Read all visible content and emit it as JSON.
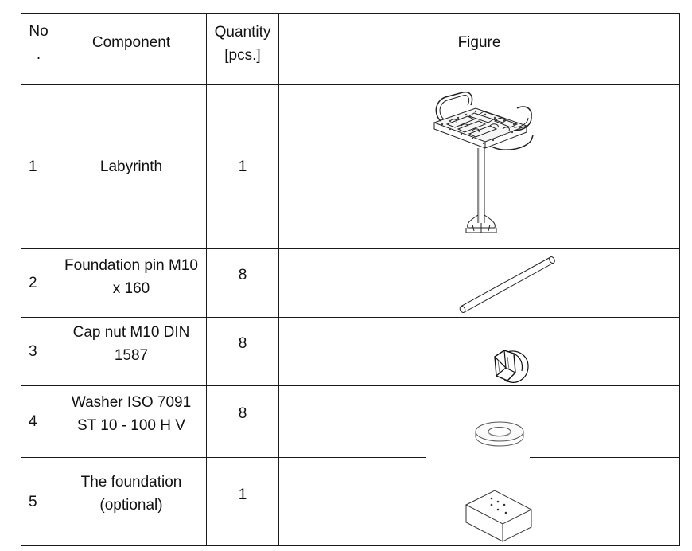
{
  "table": {
    "headers": {
      "no": "No\n.",
      "component": "Component",
      "quantity": "Quantity\n[pcs.]",
      "figure": "Figure"
    },
    "rows": [
      {
        "no": "1",
        "component": "Labyrinth",
        "quantity": "1",
        "figure_icon": "labyrinth-icon"
      },
      {
        "no": "2",
        "component": "Foundation pin M10\nx 160",
        "quantity": "8",
        "figure_icon": "foundation-pin-icon"
      },
      {
        "no": "3",
        "component": "Cap nut M10 DIN\n1587",
        "quantity": "8",
        "figure_icon": "cap-nut-icon"
      },
      {
        "no": "4",
        "component": "Washer ISO 7091\nST 10 - 100 H V",
        "quantity": "8",
        "figure_icon": "washer-icon"
      },
      {
        "no": "5",
        "component": "The foundation\n(optional)",
        "quantity": "1",
        "figure_icon": "foundation-block-icon"
      }
    ]
  }
}
